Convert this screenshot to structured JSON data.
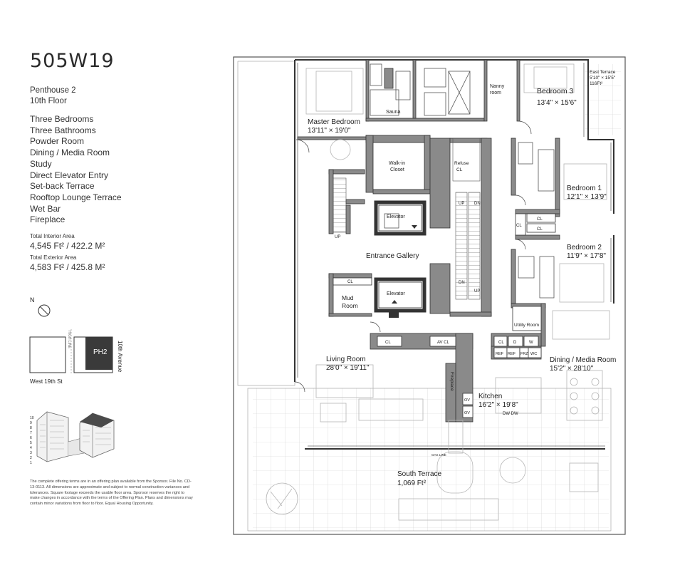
{
  "logo": "505W19",
  "unit": {
    "name": "Penthouse 2",
    "floor": "10th Floor"
  },
  "features": [
    "Three Bedrooms",
    "Three Bathrooms",
    "Powder Room",
    "Dining / Media Room",
    "Study",
    "Direct Elevator Entry",
    "Set-back Terrace",
    "Rooftop Lounge Terrace",
    "Wet Bar",
    "Fireplace"
  ],
  "areas": {
    "interior_label": "Total Interior Area",
    "interior_value": "4,545 Ft² / 422.2 M²",
    "exterior_label": "Total Exterior Area",
    "exterior_value": "4,583 Ft² / 425.8 M²"
  },
  "compass": {
    "label": "N"
  },
  "keyplan": {
    "unit_tag": "PH2",
    "street_side": "10th Avenue",
    "street_bottom": "West 19th St",
    "highline": "HIGH LINE"
  },
  "building_floors": [
    "10",
    "9",
    "8",
    "7",
    "6",
    "5",
    "4",
    "3",
    "2",
    "1"
  ],
  "disclaimer": "The complete offering terms are in an offering plan available from the Sponsor. File No. CD-13-0113. All dimensions are approximate and subject to normal construction variances and tolerances. Square footage exceeds the usable floor area. Sponsor reserves the right to make changes in accordance with the terms of the Offering Plan. Plans and dimensions may contain minor variations from floor to floor. Equal Housing Opportunity.",
  "rooms": {
    "master": {
      "name": "Master Bedroom",
      "dim": "13'11\" × 19'0\""
    },
    "sauna": "Sauna",
    "nanny": {
      "l1": "Nanny",
      "l2": "room"
    },
    "bed3": {
      "name": "Bedroom 3",
      "dim": "13'4\" × 15'6\""
    },
    "east_terrace": {
      "name": "East Terrace",
      "dim": "5'10\" × 15'5\"",
      "area": "116Ft²"
    },
    "walkin": {
      "l1": "Walk-in",
      "l2": "Closet"
    },
    "refuse": {
      "l1": "Refuse",
      "l2": "CL"
    },
    "bed1": {
      "name": "Bedroom 1",
      "dim": "12'1\" × 13'9\""
    },
    "bed2": {
      "name": "Bedroom 2",
      "dim": "11'9\" × 17'8\""
    },
    "elevator": "Elevator",
    "entrance": "Entrance Gallery",
    "mud": {
      "l1": "Mud",
      "l2": "Room"
    },
    "utility": "Utility Room",
    "living": {
      "name": "Living Room",
      "dim": "28'0\" × 19'11\""
    },
    "fireplace": "Fireplace",
    "kitchen": {
      "name": "Kitchen",
      "dim": "16'2\" × 19'8\""
    },
    "dining": {
      "name": "Dining / Media Room",
      "dim": "15'2\" × 28'10\""
    },
    "south_terrace": {
      "name": "South Terrace",
      "area": "1,069 Ft²"
    }
  },
  "small_labels": {
    "cl": "CL",
    "up": "UP",
    "dn": "DN",
    "avcl": "AV CL",
    "ov": "OV",
    "dw": "DW",
    "dwdw": "DW DW",
    "d": "D",
    "w": "W",
    "ref": "REF",
    "frz": "FRZ",
    "wc": "WC",
    "gas": "GAS LINE"
  }
}
